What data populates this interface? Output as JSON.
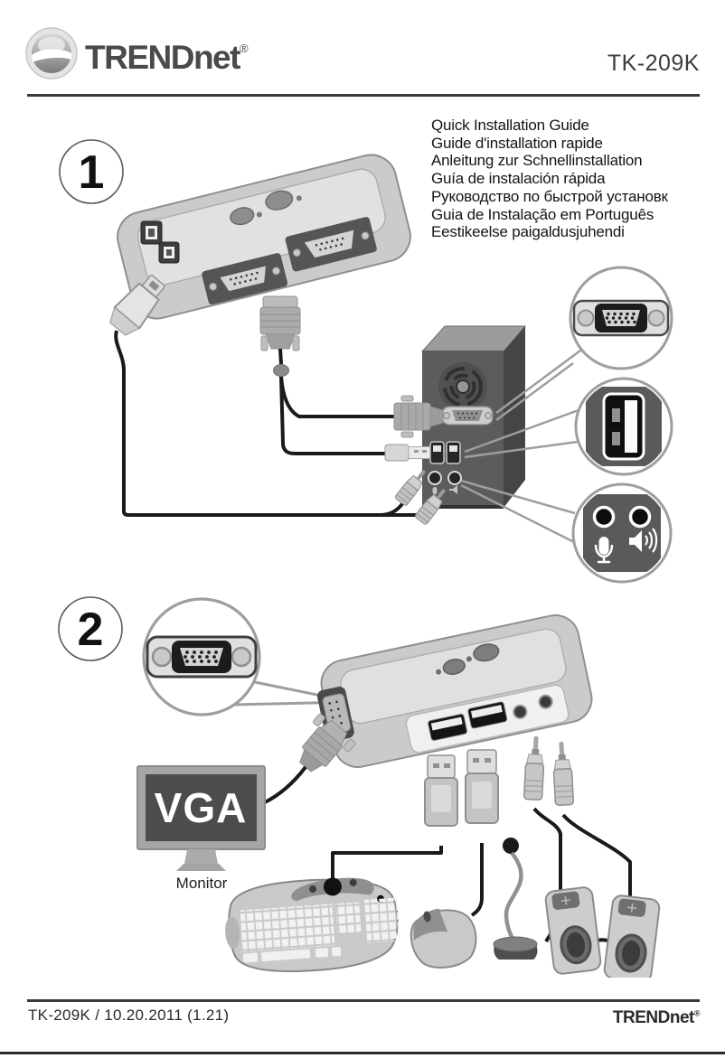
{
  "header": {
    "brand": "TRENDnet",
    "registered": "®",
    "model": "TK-209K"
  },
  "languages": [
    "Quick Installation Guide",
    "Guide d'installation rapide",
    "Anleitung zur Schnellinstallation",
    "Guía de instalación rápida",
    "Руководство по быстрой установк",
    "Guia de Instalação em Português",
    "Eestikeelse paigaldusjuhendi"
  ],
  "step1": {
    "number": "1"
  },
  "step2": {
    "number": "2",
    "monitor_screen_label": "VGA",
    "monitor_caption": "Monitor"
  },
  "icons": {
    "audio_callout": [
      "microphone-icon",
      "speaker-sound-waves-icon"
    ],
    "callouts": [
      "vga-connector-icon",
      "usb-port-icon",
      "audio-jacks-icon"
    ]
  },
  "footer": {
    "left": "TK-209K  / 10.20.2011 (1.21)",
    "brand": "TRENDnet",
    "registered": "®"
  },
  "colors": {
    "ink": "#2b2b2b",
    "rule": "#3a3a3a",
    "tower": "#5c5c5c",
    "callout_panel": "#5a5a5a",
    "device_body": "#cbcbcb",
    "leader": "#9e9e9e",
    "cable": "#1a1a1a"
  }
}
